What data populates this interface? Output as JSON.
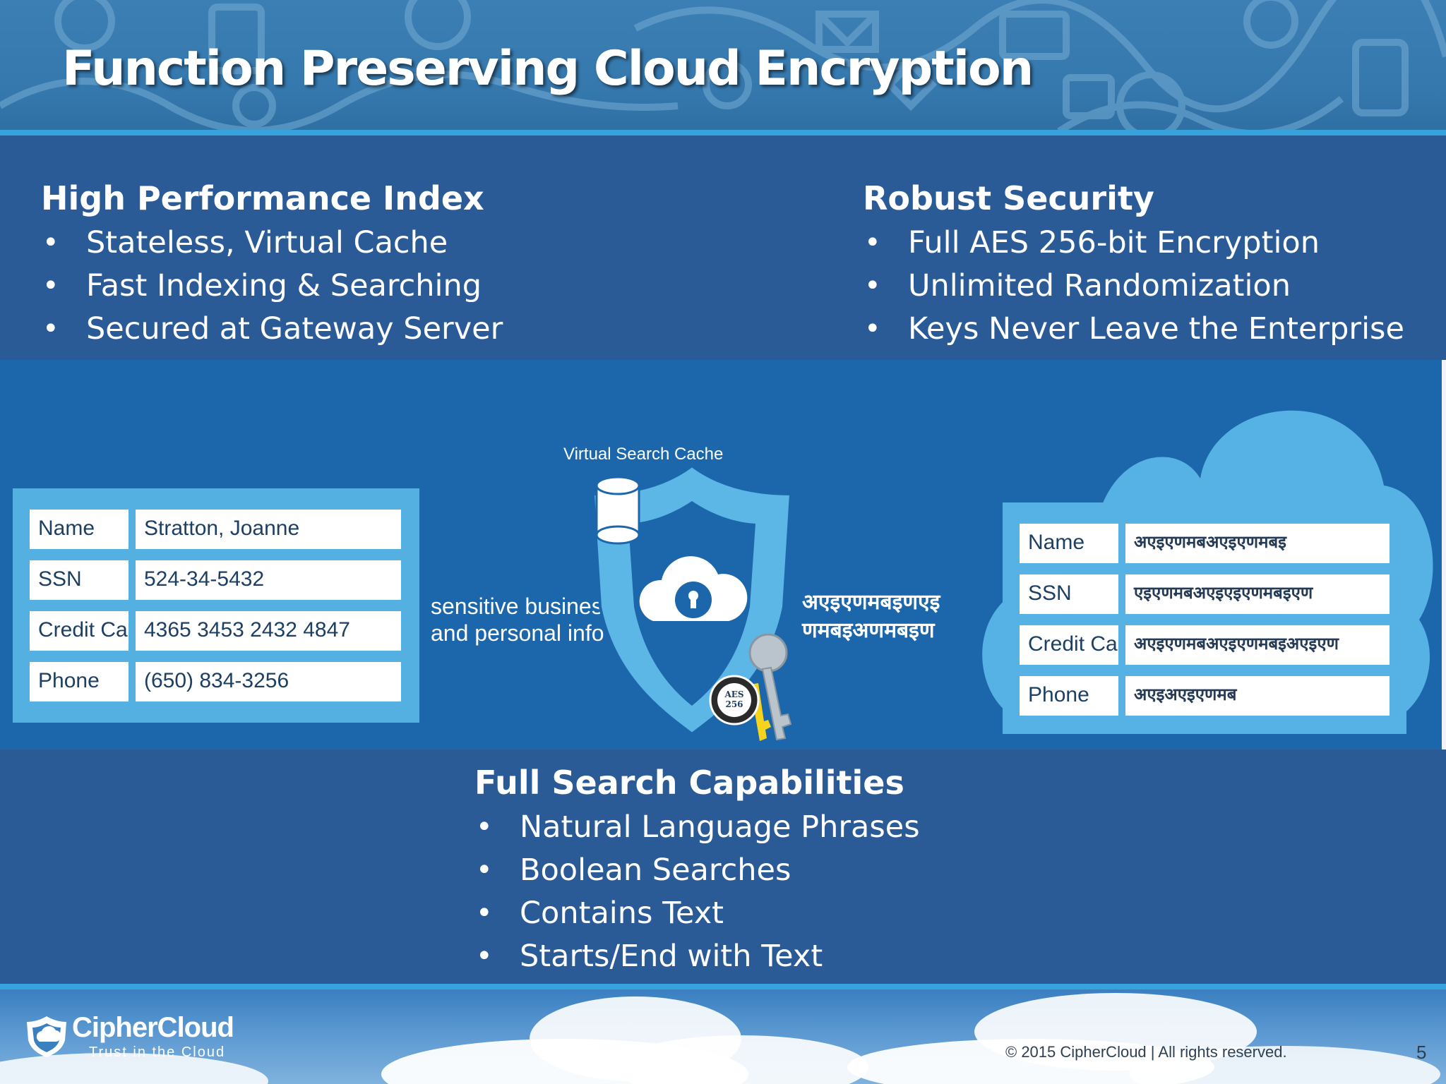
{
  "slide": {
    "title": "Function Preserving Cloud Encryption",
    "page_number": "5"
  },
  "sections": {
    "performance": {
      "heading": "High Performance Index",
      "bullets": [
        "Stateless, Virtual Cache",
        "Fast Indexing & Searching",
        "Secured at Gateway Server"
      ]
    },
    "security": {
      "heading": "Robust Security",
      "bullets": [
        "Full AES 256-bit Encryption",
        "Unlimited Randomization",
        "Keys Never Leave the Enterprise"
      ]
    },
    "search": {
      "heading": "Full Search Capabilities",
      "bullets": [
        "Natural Language Phrases",
        "Boolean Searches",
        "Contains Text",
        "Starts/End with Text"
      ]
    }
  },
  "diagram": {
    "plain_record": {
      "labels": [
        "Name",
        "SSN",
        "Credit Card",
        "Phone"
      ],
      "values": [
        "Stratton, Joanne",
        "524-34-5432",
        "4365 3453 2432 4847",
        "(650) 834-3256"
      ]
    },
    "left_caption": [
      "sensitive business",
      "and personal info"
    ],
    "cache_label": "Virtual Search Cache",
    "badge_text": [
      "AES",
      "256"
    ],
    "encrypted_caption": [
      "अएइएणमबइणएइ",
      "णमबइअणमबइण"
    ],
    "encrypted_record": {
      "labels": [
        "Name",
        "SSN",
        "Credit Card",
        "Phone"
      ],
      "values": [
        "अएइएणमबअएइएणमबइ",
        "एइएणमबअएइएइएणमबइएण",
        "अएइएणमबअएइएणमबइअएइएण",
        "अएइअएइएणमब"
      ]
    },
    "colors": {
      "band": "#1c67ab",
      "card": "#55b0e2",
      "shield": "#5cb6e6",
      "cloud": "#56b2e4"
    },
    "icons": [
      "database-icon",
      "shield-icon",
      "cloud-lock-icon",
      "key-icon",
      "aes-seal-icon",
      "cloud-icon"
    ]
  },
  "footer": {
    "brand": "CipherCloud",
    "tagline": "Trust in the Cloud",
    "copyright": "© 2015 CipherCloud | All rights reserved."
  }
}
